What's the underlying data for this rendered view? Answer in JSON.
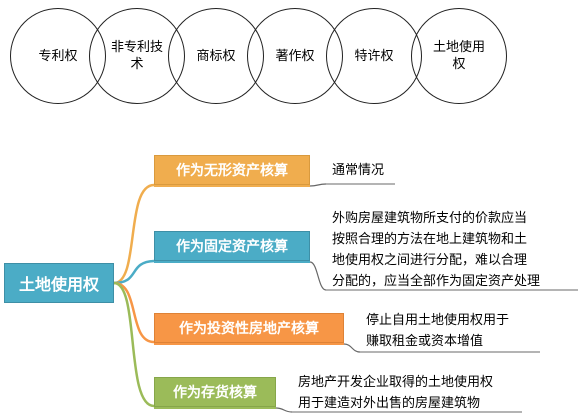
{
  "circles": [
    {
      "lines": [
        "专利权"
      ]
    },
    {
      "lines": [
        "非专利技",
        "术"
      ]
    },
    {
      "lines": [
        "商标权"
      ]
    },
    {
      "lines": [
        "著作权"
      ]
    },
    {
      "lines": [
        "特许权"
      ]
    },
    {
      "lines": [
        "土地使用",
        "权"
      ]
    }
  ],
  "mindmap": {
    "root": "土地使用权",
    "branches": [
      {
        "label": "作为无形资产核算",
        "color": "#f0ad4e",
        "detail": [
          "通常情况"
        ]
      },
      {
        "label": "作为固定资产核算",
        "color": "#4bacc6",
        "detail": [
          "外购房屋建筑物所支付的价款应当",
          "按照合理的方法在地上建筑物和土",
          "地使用权之间进行分配，难以合理",
          "分配的，应当全部作为固定资产处理"
        ]
      },
      {
        "label": "作为投资性房地产核算",
        "color": "#f79646",
        "detail": [
          "停止自用土地使用权用于",
          "赚取租金或资本增值"
        ]
      },
      {
        "label": "作为存货核算",
        "color": "#9bbb59",
        "detail": [
          "房地产开发企业取得的土地使用权",
          "用于建造对外出售的房屋建筑物"
        ]
      }
    ]
  }
}
